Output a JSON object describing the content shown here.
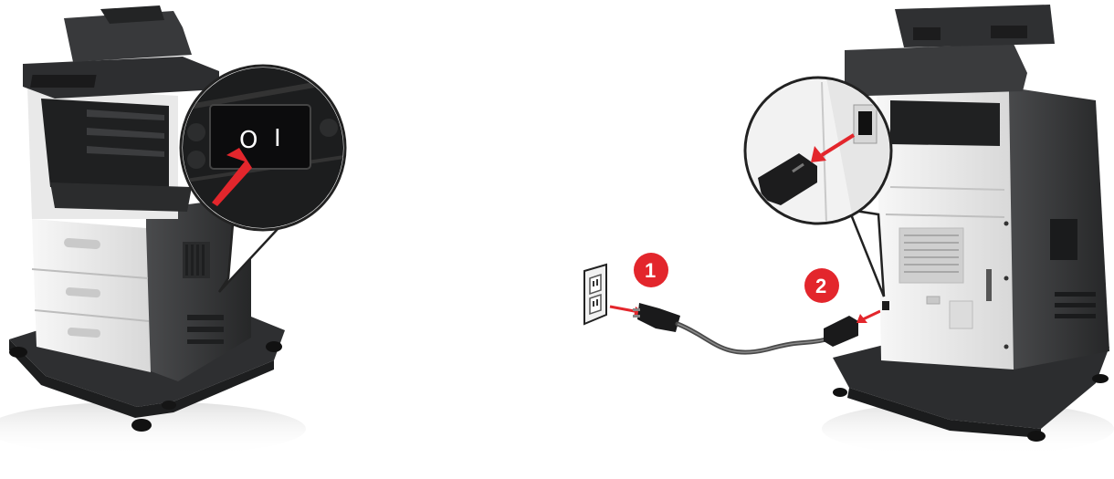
{
  "steps": [
    {
      "number": "1"
    },
    {
      "number": "2"
    }
  ],
  "power_switch": {
    "off_symbol": "O",
    "on_symbol": "I"
  },
  "colors": {
    "badge": "#e3262c",
    "arrow": "#e3262c",
    "printer_dark": "#3a3b3d",
    "printer_light": "#ededed",
    "cord": "#4a4a4a"
  },
  "icons": [
    "power-switch-icon",
    "wall-outlet-icon",
    "power-plug-icon",
    "power-cord-icon",
    "arrow-icon"
  ]
}
